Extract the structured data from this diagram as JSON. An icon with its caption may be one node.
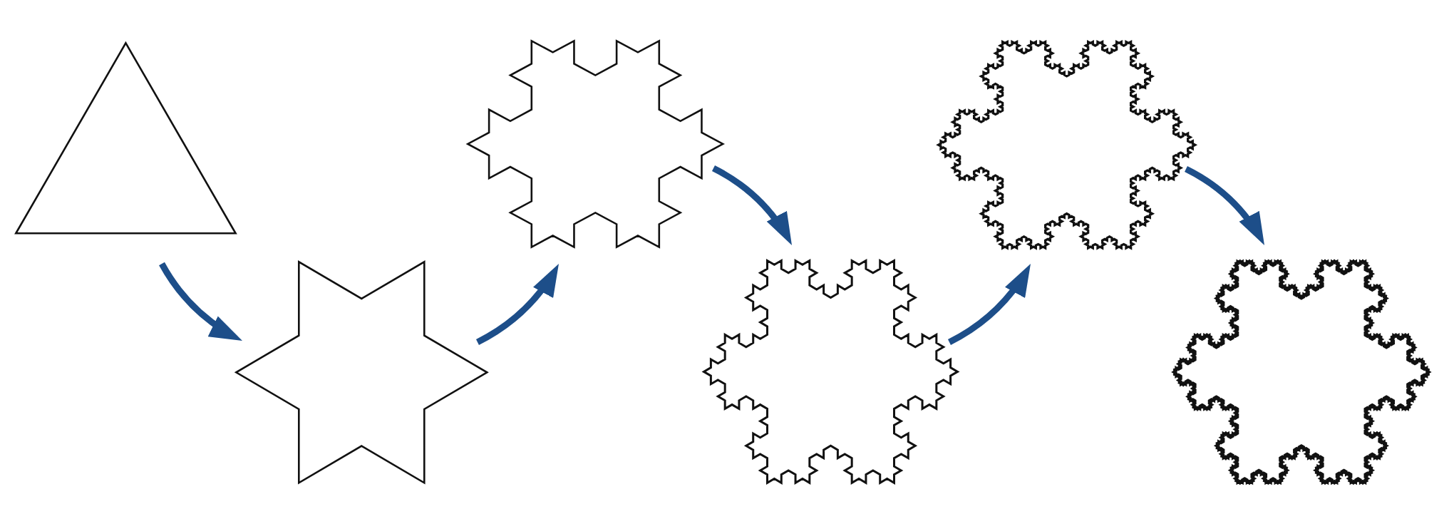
{
  "diagram": {
    "nodes": [
      {
        "text": [],
        "shape": "triangle"
      },
      {
        "text": [],
        "shape": "star"
      },
      {
        "text": [],
        "shape": "snowflake"
      },
      {
        "text": [],
        "shape": "snowflake"
      },
      {
        "text": [],
        "shape": "snowflake"
      },
      {
        "text": [],
        "shape": "snowflake"
      }
    ],
    "edges": [
      {
        "from": 0,
        "to": 1,
        "arrow": "to"
      },
      {
        "from": 1,
        "to": 2,
        "arrow": "to"
      },
      {
        "from": 2,
        "to": 3,
        "arrow": "to"
      },
      {
        "from": 3,
        "to": 4,
        "arrow": "to"
      },
      {
        "from": 4,
        "to": 5,
        "arrow": "to"
      }
    ]
  }
}
